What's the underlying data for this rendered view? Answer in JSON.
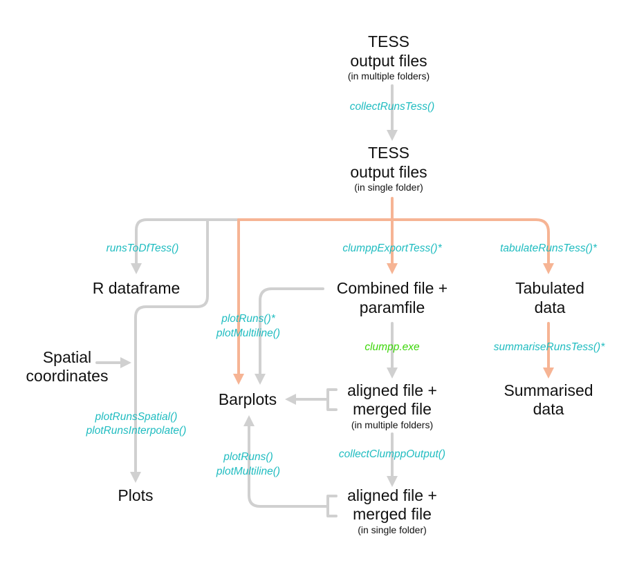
{
  "colors": {
    "gray_edge": "#d0d0d0",
    "orange_edge": "#f6b494",
    "function_label": "#1fbcc0",
    "external_tool_label": "#3dd60a",
    "node_text": "#111111"
  },
  "nodes": {
    "tess_multi": {
      "line1": "TESS",
      "line2": "output files",
      "sub": "(in multiple folders)"
    },
    "tess_single": {
      "line1": "TESS",
      "line2": "output files",
      "sub": "(in single folder)"
    },
    "r_dataframe": {
      "line1": "R dataframe"
    },
    "combined_file": {
      "line1": "Combined file +",
      "line2": "paramfile"
    },
    "tabulated_data": {
      "line1": "Tabulated",
      "line2": "data"
    },
    "spatial_coordinates": {
      "line1": "Spatial",
      "line2": "coordinates"
    },
    "barplots": {
      "line1": "Barplots"
    },
    "aligned_multi": {
      "line1": "aligned file +",
      "line2": "merged file",
      "sub": "(in multiple folders)"
    },
    "summarised_data": {
      "line1": "Summarised",
      "line2": "data"
    },
    "plots": {
      "line1": "Plots"
    },
    "aligned_single": {
      "line1": "aligned file +",
      "line2": "merged file",
      "sub": "(in single folder)"
    }
  },
  "edge_labels": {
    "collect_runs_tess": "collectRunsTess()",
    "runs_to_df_tess": "runsToDfTess()",
    "clumpp_export_tess": "clumppExportTess()*",
    "tabulate_runs_tess": "tabulateRunsTess()*",
    "plot_runs_star": "plotRuns()*",
    "plot_multiline_star": "plotMultiline()",
    "clumpp_exe": "clumpp.exe",
    "summarise_runs_tess": "summariseRunsTess()*",
    "plot_runs_spatial": "plotRunsSpatial()",
    "plot_runs_interpolate": "plotRunsInterpolate()",
    "collect_clumpp_output": "collectClumppOutput()",
    "plot_runs": "plotRuns()",
    "plot_multiline": "plotMultiline()"
  }
}
